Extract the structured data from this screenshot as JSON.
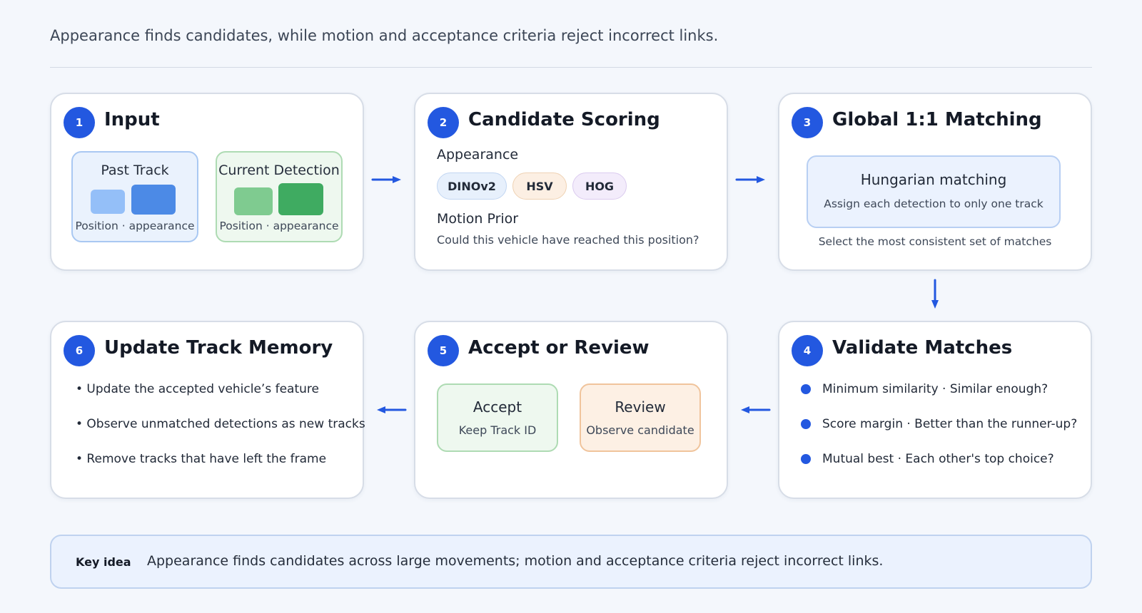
{
  "subtitle": "Appearance finds candidates, while motion and acceptance criteria reject incorrect links.",
  "steps": {
    "input": {
      "number": "1",
      "title": "Input",
      "past_track": {
        "title": "Past Track",
        "caption": "Position · appearance"
      },
      "current_detection": {
        "title": "Current Detection",
        "caption": "Position · appearance"
      }
    },
    "scoring": {
      "number": "2",
      "title": "Candidate Scoring",
      "appearance_label": "Appearance",
      "chips": [
        "DINOv2",
        "HSV",
        "HOG"
      ],
      "motion_label": "Motion Prior",
      "motion_text": "Could this vehicle have reached this position?"
    },
    "matching": {
      "number": "3",
      "title": "Global 1:1 Matching",
      "method_title": "Hungarian matching",
      "method_sub": "Assign each detection to only one track",
      "caption": "Select the most consistent set of matches"
    },
    "validate": {
      "number": "4",
      "title": "Validate Matches",
      "checks": [
        "Minimum similarity · Similar enough?",
        "Score margin · Better than the runner-up?",
        "Mutual best · Each other's top choice?"
      ]
    },
    "decision": {
      "number": "5",
      "title": "Accept or Review",
      "accept": {
        "title": "Accept",
        "sub": "Keep Track ID"
      },
      "review": {
        "title": "Review",
        "sub": "Observe candidate"
      }
    },
    "memory": {
      "number": "6",
      "title": "Update Track Memory",
      "bullets": [
        "• Update the accepted vehicle’s feature",
        "• Observe unmatched detections as new tracks",
        "• Remove tracks that have left the frame"
      ]
    }
  },
  "key_idea": {
    "label": "Key idea",
    "text": "Appearance finds candidates across large movements; motion and acceptance criteria reject incorrect links."
  },
  "colors": {
    "accent": "#2358e0",
    "past_track": "#4c8ae6",
    "current_detection": "#3fab61",
    "review": "#f0c49c"
  }
}
